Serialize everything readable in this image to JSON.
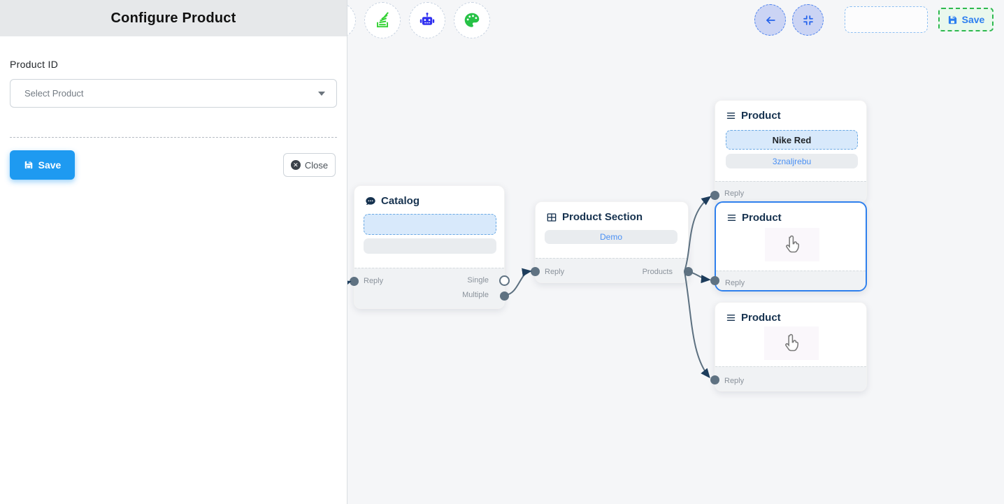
{
  "panel": {
    "title": "Configure Product",
    "field_label": "Product ID",
    "select_placeholder": "Select Product",
    "save_label": "Save",
    "close_label": "Close"
  },
  "toolbar": {
    "icons": [
      "stack-icon",
      "robot-icon",
      "palette-icon"
    ],
    "controls": [
      "back-icon",
      "compress-icon"
    ],
    "save_label": "Save"
  },
  "nodes": {
    "catalog": {
      "title": "Catalog",
      "reply": "Reply",
      "single": "Single",
      "multiple": "Multiple"
    },
    "product_section": {
      "title": "Product Section",
      "demo": "Demo",
      "reply": "Reply",
      "products": "Products"
    },
    "product_top": {
      "title": "Product",
      "field1": "Nike Red",
      "field2": "3znaljrebu",
      "reply": "Reply"
    },
    "product_mid": {
      "title": "Product",
      "reply": "Reply",
      "selected": true
    },
    "product_bottom": {
      "title": "Product",
      "reply": "Reply"
    }
  },
  "colors": {
    "accent_blue": "#1e9af1",
    "selection_blue": "#2f80ed",
    "link_blue": "#4a90f4",
    "edge_stroke": "#5c7080",
    "arrow_head": "#1d3d5c",
    "success_green": "#2eb94f",
    "icon_green": "#35d235",
    "icon_robot_blue": "#3030f0",
    "node_title": "#16324f",
    "footer_bg": "#f0f2f4",
    "dashed_field_bg": "#d8e9fb"
  }
}
